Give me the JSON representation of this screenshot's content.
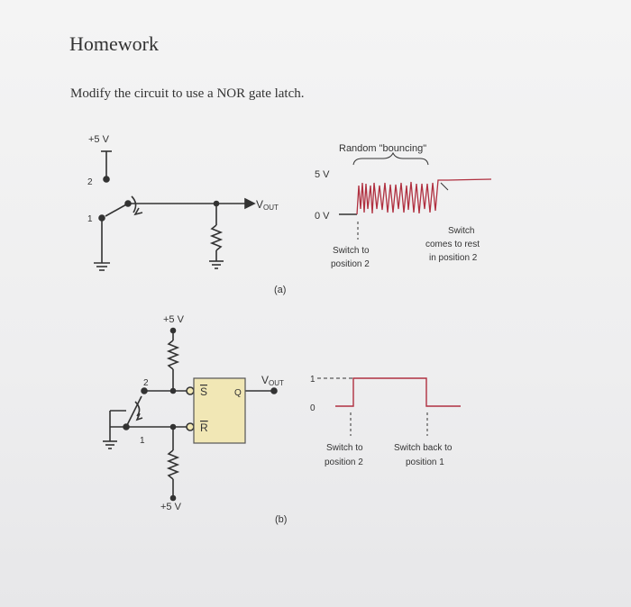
{
  "page": {
    "title": "Homework",
    "instruction": "Modify the circuit to use a NOR gate latch."
  },
  "circuit_a": {
    "supply": "+5 V",
    "pos2": "2",
    "pos1": "1",
    "vout": "V",
    "vout_sub": "OUT",
    "caption": "(a)"
  },
  "waveform_a": {
    "title": "Random \"bouncing\"",
    "v5": "5 V",
    "v0": "0 V",
    "note_switch_line1": "Switch to",
    "note_switch_line2": "position 2",
    "note_rest_line1": "Switch",
    "note_rest_line2": "comes to rest",
    "note_rest_line3": "in position 2",
    "trace_color": "#b03040"
  },
  "circuit_b": {
    "supply_top": "+5 V",
    "supply_bottom": "+5 V",
    "pos2": "2",
    "pos1": "1",
    "s_label": "S",
    "r_label": "R",
    "q_label": "Q",
    "vout": "V",
    "vout_sub": "OUT",
    "caption": "(b)",
    "latch_fill": "#f1e7b5"
  },
  "waveform_b": {
    "level1": "1",
    "level0": "0",
    "note_a_line1": "Switch to",
    "note_a_line2": "position 2",
    "note_b_line1": "Switch back to",
    "note_b_line2": "position 1",
    "trace_color": "#b03040"
  }
}
